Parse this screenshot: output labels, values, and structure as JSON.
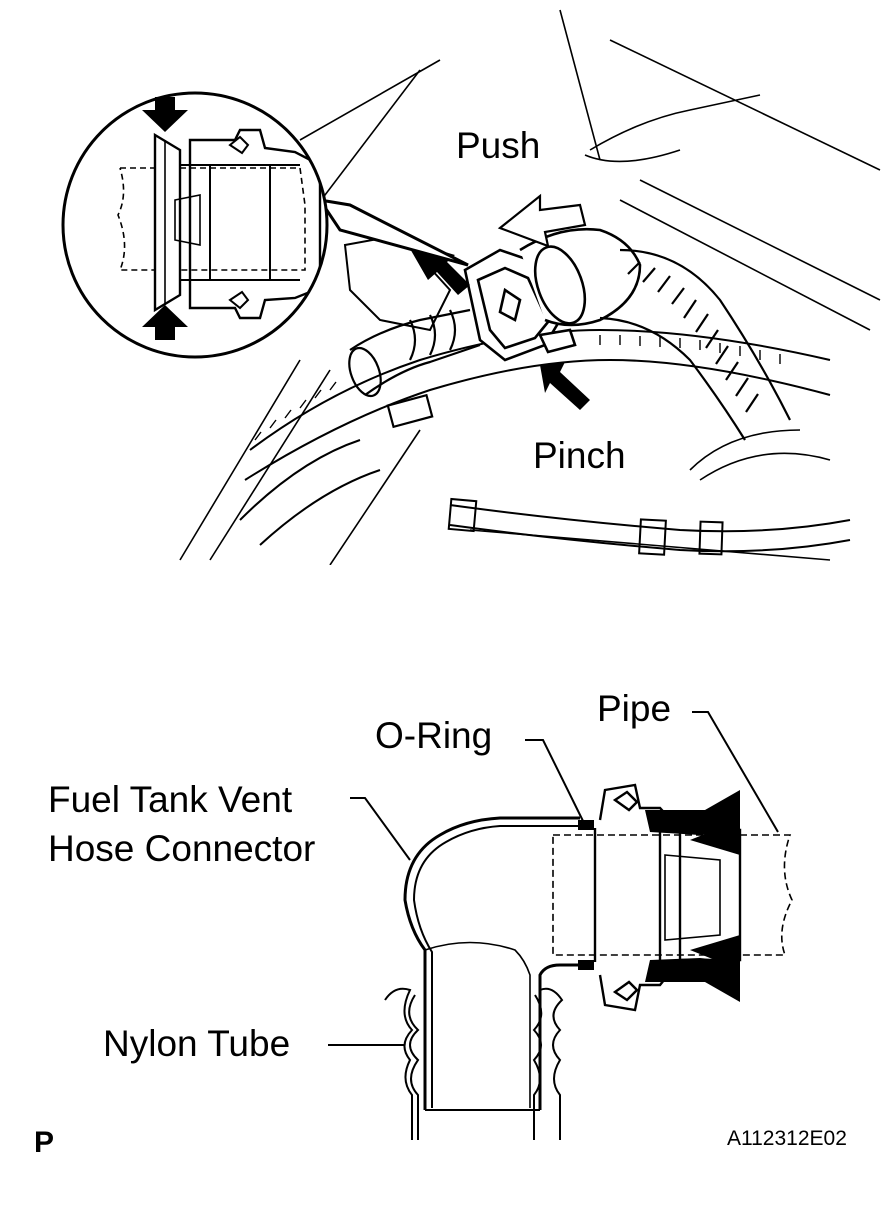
{
  "labels": {
    "push": "Push",
    "pinch": "Pinch",
    "o_ring": "O-Ring",
    "pipe": "Pipe",
    "connector_line1": "Fuel Tank Vent",
    "connector_line2": "Hose Connector",
    "nylon_tube": "Nylon Tube",
    "corner_letter": "P",
    "figure_code": "A112312E02"
  }
}
